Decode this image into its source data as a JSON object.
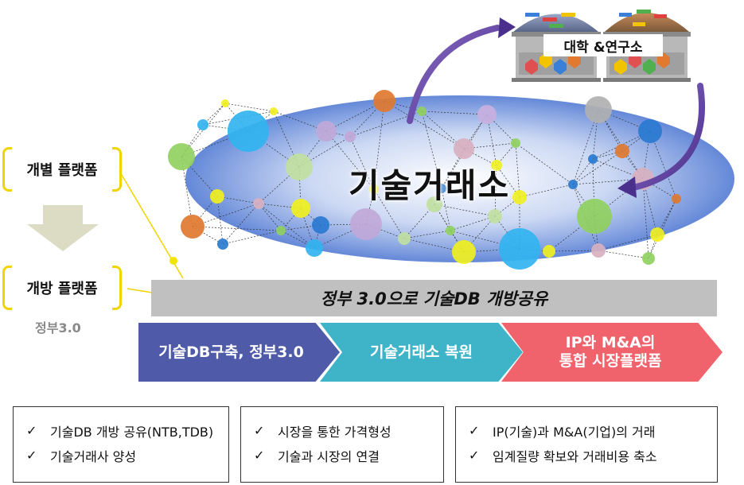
{
  "network": {
    "center_label": "기술거래소",
    "ellipse_color": "#6e90dc"
  },
  "buildings": {
    "label": "대학 &연구소"
  },
  "left_panel": {
    "individual_platform": "개별 플랫폼",
    "open_platform": "개방 플랫폼",
    "gov_label": "정부3.0",
    "bracket_color": "#f2d400",
    "arrow_color": "#dcdcc4"
  },
  "gray_bar": {
    "text": "정부 3.0으로 기술DB 개방공유"
  },
  "steps": [
    {
      "label": "기술DB구축, 정부3.0",
      "color": "#4f5aa8"
    },
    {
      "label": "기술거래소 복원",
      "color": "#3fb4c8"
    },
    {
      "label": "IP와 M&A의\n통합 시장플랫폼",
      "color": "#f0636d"
    }
  ],
  "boxes": [
    {
      "items": [
        "기술DB 개방 공유(NTB,TDB)",
        "기술거래사 양성"
      ]
    },
    {
      "items": [
        "시장을 통한 가격형성",
        "기술과 시장의 연결"
      ]
    },
    {
      "items": [
        "IP(기술)과 M&A(기업)의 거래",
        "임계질량 확보와 거래비용 축소"
      ]
    }
  ],
  "check_mark": "✓"
}
